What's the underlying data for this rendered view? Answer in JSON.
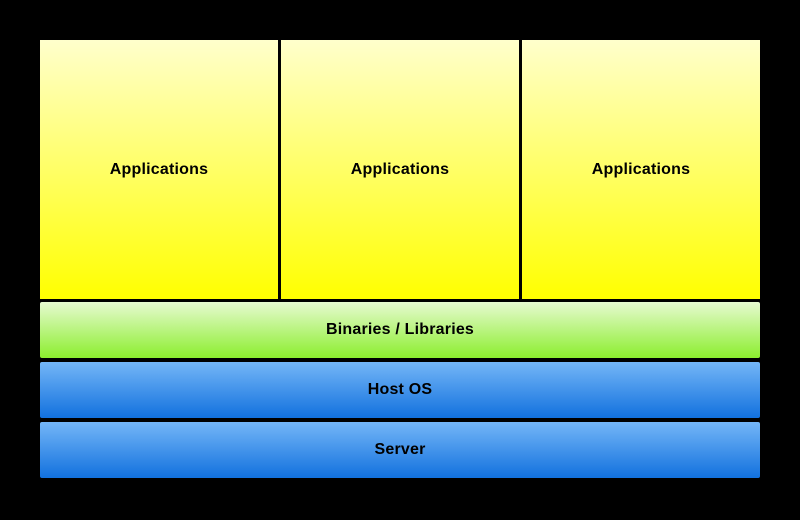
{
  "diagram": {
    "title_semantic": "Traditional server architecture stack",
    "background_color": "#000000",
    "text_color": "#000000",
    "applications": [
      {
        "label": "Applications"
      },
      {
        "label": "Applications"
      },
      {
        "label": "Applications"
      }
    ],
    "layers": [
      {
        "label": "Binaries / Libraries",
        "gradient_top": "#e6fad0",
        "gradient_bottom": "#8cee2e"
      },
      {
        "label": "Host OS",
        "gradient_top": "#74b6f7",
        "gradient_bottom": "#1271de"
      },
      {
        "label": "Server",
        "gradient_top": "#74b6f7",
        "gradient_bottom": "#1271de"
      }
    ],
    "applications_gradient_top": "#ffffcc",
    "applications_gradient_bottom": "#ffff00"
  }
}
